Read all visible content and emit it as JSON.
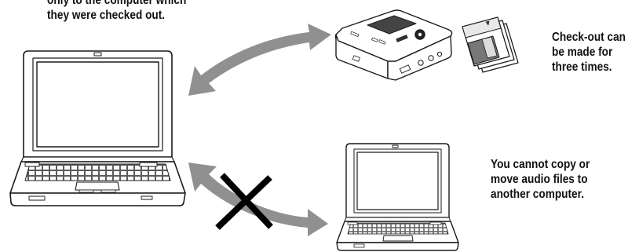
{
  "notes": {
    "top": [
      "only to the computer which",
      "they were checked out."
    ],
    "checkout": [
      "Check-out can",
      "be made for",
      "three times."
    ],
    "copy": [
      "You cannot copy or",
      "move audio files to",
      "another computer."
    ]
  },
  "icons": {
    "main_computer": "laptop-icon",
    "device": "minidisc-player-icon",
    "discs": "minidisc-stack-icon",
    "other_computer": "laptop-icon",
    "arrow_ok": "double-arrow-icon",
    "arrow_blocked": "double-arrow-icon",
    "blocked_mark": "cross-mark-icon"
  },
  "colors": {
    "arrow": "#909090",
    "outline": "#1a1a1a",
    "cross": "#000000"
  }
}
